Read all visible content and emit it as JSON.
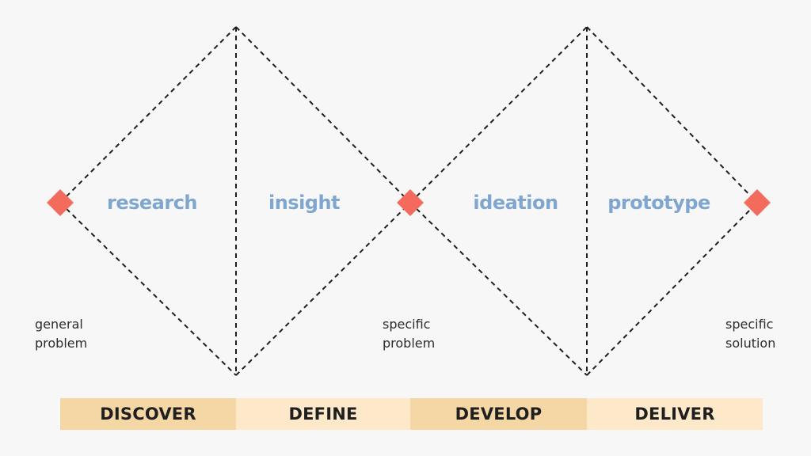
{
  "colors": {
    "background": "#f7f7f7",
    "accent_diamond": "#f46b5e",
    "phase_word": "#7fa6cf",
    "dashed_line": "#1e1e1e",
    "bar_dark": "#f5d7a6",
    "bar_light": "#fde9c9"
  },
  "phases": {
    "research": "research",
    "insight": "insight",
    "ideation": "ideation",
    "prototype": "prototype"
  },
  "notes": {
    "start": "general\nproblem",
    "middle": "specific\nproblem",
    "end": "specific\nsolution"
  },
  "stages": {
    "discover": "DISCOVER",
    "define": "DEFINE",
    "develop": "DEVELOP",
    "deliver": "DELIVER"
  },
  "icons": {
    "start_marker": "diamond-marker-icon",
    "middle_marker": "diamond-marker-icon",
    "end_marker": "diamond-marker-icon"
  }
}
